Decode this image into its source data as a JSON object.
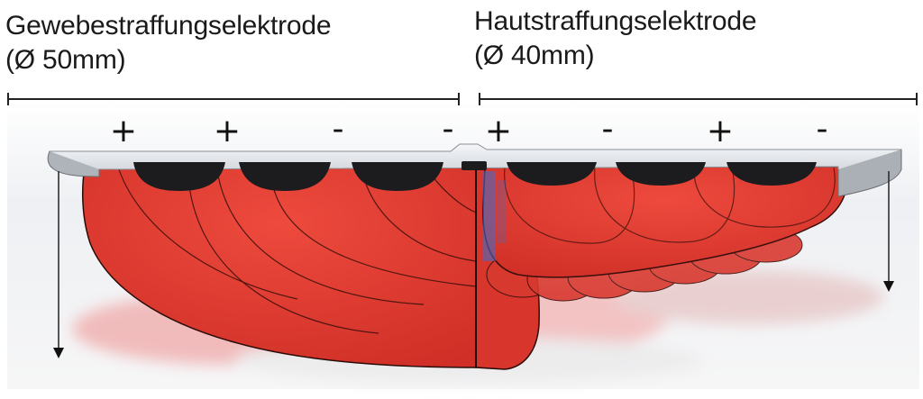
{
  "labels": {
    "left": {
      "title": "Gewebestraffungselektrode",
      "diameter": "(Ø 50mm)"
    },
    "right": {
      "title": "Hautstraffungselektrode",
      "diameter": "(Ø 40mm)"
    }
  },
  "polarity": {
    "left": [
      "+",
      "+",
      "-",
      "-"
    ],
    "right": [
      "+",
      "-",
      "+",
      "-"
    ]
  },
  "colors": {
    "field_red": "#e0362c",
    "field_red_dark": "#c22a22",
    "electrode_plate": "#d9dde2",
    "contact_dark": "#1c1c1e",
    "shadow_pink": "#f2b8b8",
    "accent_blue": "#3b6fd0"
  }
}
